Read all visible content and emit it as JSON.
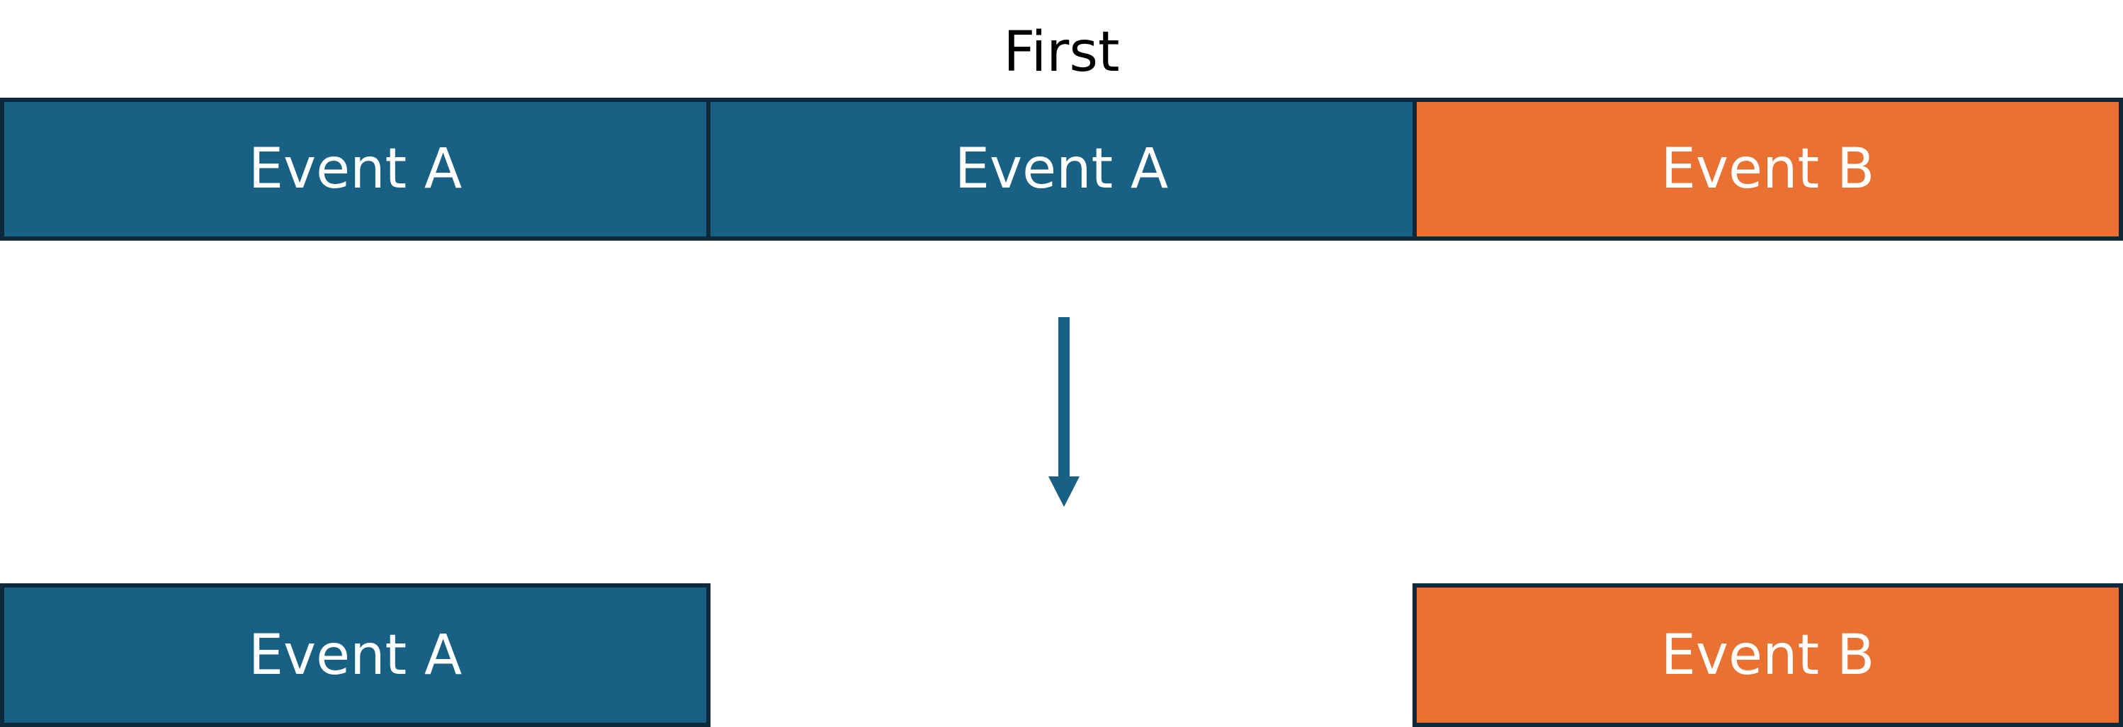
{
  "title": "First",
  "colors": {
    "event_a": "#186184",
    "event_b": "#e97132",
    "border": "#0e2a3a",
    "arrow": "#186184"
  },
  "top_row": [
    {
      "label": "Event A"
    },
    {
      "label": "Event A"
    },
    {
      "label": "Event B"
    }
  ],
  "bottom_row": [
    {
      "label": "Event A"
    },
    {
      "label": "Event B"
    }
  ],
  "arrow_icon": "down-arrow-icon"
}
